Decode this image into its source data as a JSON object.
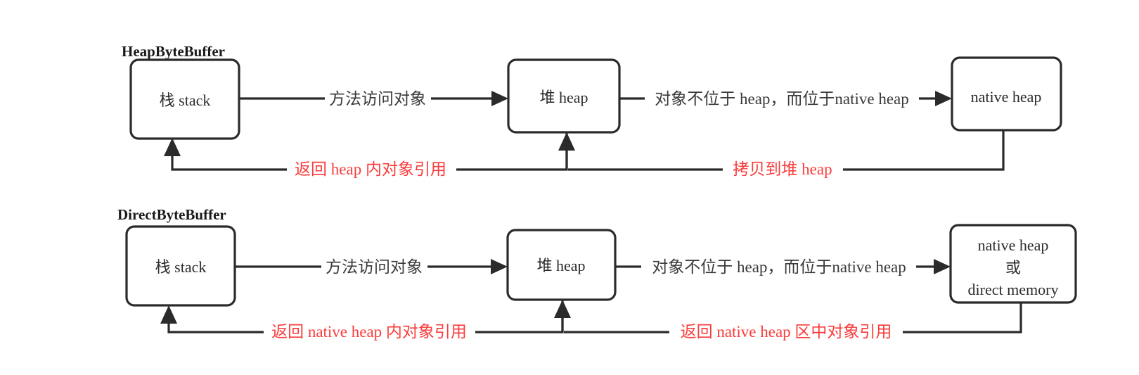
{
  "diagram": {
    "title_color": "#1a1a1a",
    "line_color": "#2b2b2b",
    "highlight_color": "#fa3c3c",
    "background": "#ffffff",
    "rows": [
      {
        "id": "heap-byte-buffer",
        "title": "HeapByteBuffer",
        "nodes": {
          "stack": "栈 stack",
          "heap": "堆 heap",
          "native": "native heap"
        },
        "edges": {
          "stack_to_heap": "方法访问对象",
          "heap_to_native": "对象不位于 heap，而位于native heap",
          "native_to_heap": "拷贝到堆 heap",
          "heap_to_stack": "返回 heap 内对象引用"
        }
      },
      {
        "id": "direct-byte-buffer",
        "title": "DirectByteBuffer",
        "nodes": {
          "stack": "栈 stack",
          "heap": "堆 heap",
          "native_line1": "native heap",
          "native_line2": "或",
          "native_line3": "direct memory"
        },
        "edges": {
          "stack_to_heap": "方法访问对象",
          "heap_to_native": "对象不位于 heap，而位于native heap",
          "native_to_heap": "返回 native heap 区中对象引用",
          "heap_to_stack": "返回 native heap 内对象引用"
        }
      }
    ]
  }
}
